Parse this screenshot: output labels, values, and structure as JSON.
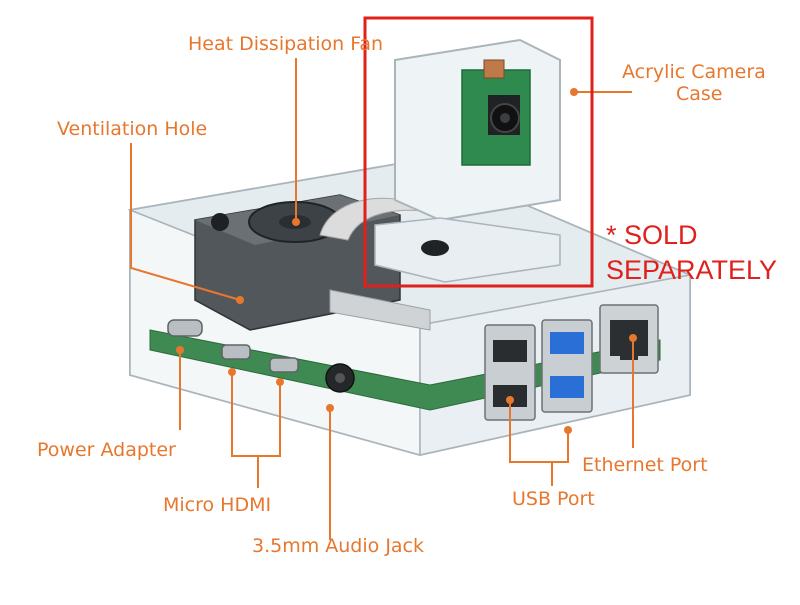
{
  "labels": {
    "fan": "Heat Dissipation Fan",
    "ventilation": "Ventilation Hole",
    "camera_line1": "Acrylic Camera",
    "camera_line2": "Case",
    "power": "Power Adapter",
    "hdmi": "Micro HDMI",
    "audio": "3.5mm Audio Jack",
    "usb": "USB Port",
    "ethernet": "Ethernet Port"
  },
  "note": {
    "line1": "* SOLD",
    "line2": "SEPARATELY"
  },
  "colors": {
    "label_orange": "#e8772e",
    "note_red": "#e0201b",
    "box_red": "#e0201b",
    "board_green": "#3f8a52",
    "usb_blue": "#2a6fd6",
    "acrylic": "#eef3f5"
  }
}
